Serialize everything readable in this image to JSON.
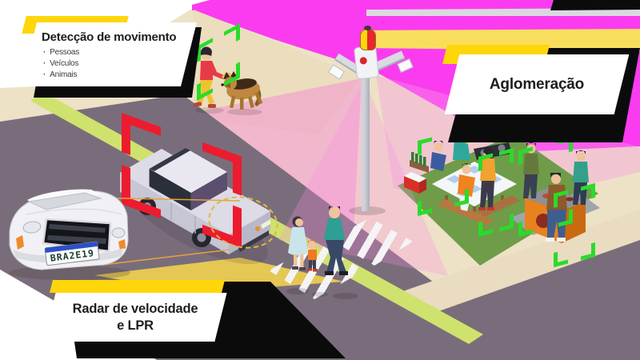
{
  "labels": {
    "motion": {
      "title": "Detecção de movimento",
      "items": [
        "Pessoas",
        "Veículos",
        "Animais"
      ]
    },
    "crowding": {
      "title": "Aglomeração"
    },
    "radar": {
      "line1": "Radar de velocidade",
      "line2": "e LPR"
    }
  },
  "vehicle": {
    "license_plate": "BRA2E19"
  },
  "colors": {
    "background_magenta": "#FB3BEF",
    "label_accent_yellow": "#FFD60A",
    "alert_bracket_red": "#EC1C2E",
    "detection_bracket_green": "#2ADB2A",
    "beam_yellow": "#F9DE5E",
    "road_gray": "#7A6D7B",
    "bike_lane_green": "#CFE26E",
    "grass_green": "#6E9C49",
    "sidewalk_cream": "#EDE1C6"
  },
  "icons": {
    "camera_pole": "surveillance-camera-pole",
    "beacon": "alert-beacon",
    "sedan": "monitored-sedan-car",
    "lpr_car": "lpr-closeup-car",
    "dog_walker": "pedestrian-with-dog",
    "family": "family-on-crosswalk",
    "gathering": "street-gathering"
  }
}
